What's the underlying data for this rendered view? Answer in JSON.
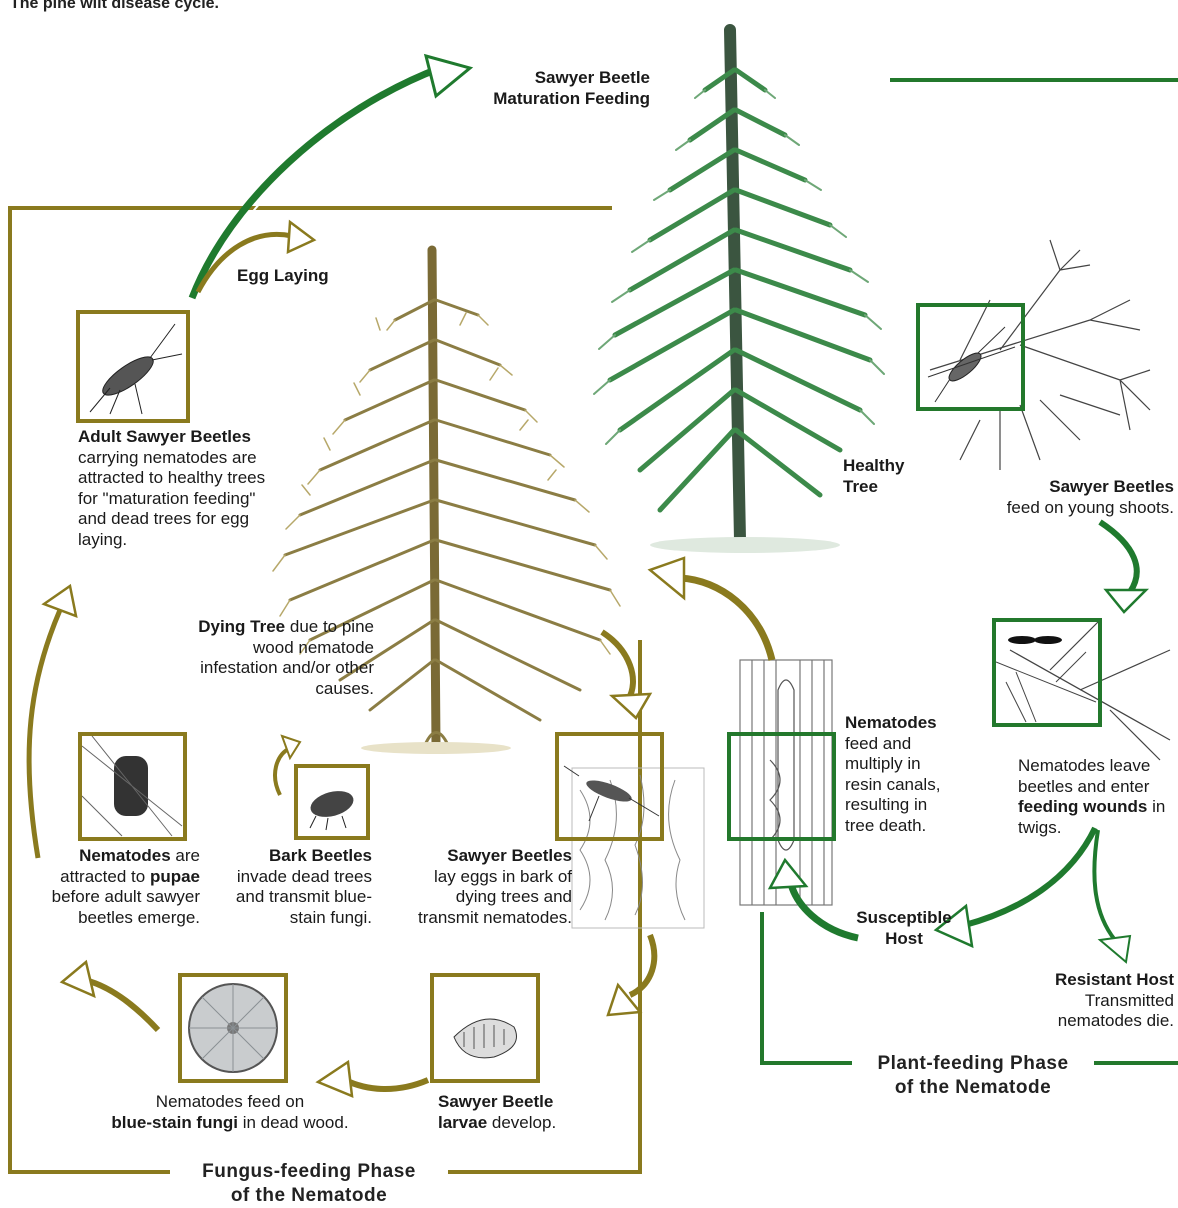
{
  "title": "The pine wilt disease cycle.",
  "colors": {
    "fungus_phase": "#8a7a1e",
    "plant_phase": "#23782c"
  },
  "labels": {
    "maturation_1": "Sawyer Beetle",
    "maturation_2": "Maturation Feeding",
    "egg_laying": "Egg Laying",
    "healthy_1": "Healthy",
    "healthy_2": "Tree",
    "adult_head": "Adult Sawyer Beetles",
    "adult_body": "carrying nematodes are attracted to healthy trees for \"maturation feeding\" and dead trees for egg laying.",
    "dying_head": "Dying Tree",
    "dying_body": " due to pine wood nematode infestation and/or other causes.",
    "sawyer_shoots_head": "Sawyer Beetles",
    "sawyer_shoots_body": "feed on young shoots.",
    "nem_feed_head": "Nematodes",
    "nem_feed_body": "feed and multiply in resin canals, resulting in tree death.",
    "nem_leave_body1": "Nematodes leave beetles and enter",
    "nem_leave_bold": "feeding wounds",
    "nem_leave_body2": "in twigs.",
    "nem_pupae_head": "Nematodes",
    "nem_pupae_mid1": " are attracted to ",
    "nem_pupae_bold": "pupae",
    "nem_pupae_body": " before adult sawyer beetles emerge.",
    "bark_head": "Bark Beetles",
    "bark_body": "invade dead trees and transmit blue-stain fungi.",
    "sawyer_eggs_head": "Sawyer Beetles",
    "sawyer_eggs_body": "lay eggs in bark of dying trees and transmit nematodes.",
    "susceptible_1": "Susceptible",
    "susceptible_2": "Host",
    "resistant_head": "Resistant Host",
    "resistant_body": "Transmitted nematodes die.",
    "fungi_body1": "Nematodes feed on",
    "fungi_bold": "blue-stain fungi",
    "fungi_body2": " in dead wood.",
    "larvae_head": "Sawyer Beetle",
    "larvae_bold": "larvae",
    "larvae_body": " develop.",
    "plant_phase_1": "Plant-feeding Phase",
    "plant_phase_2": "of the Nematode",
    "fungus_phase_1": "Fungus-feeding Phase",
    "fungus_phase_2": "of the Nematode"
  }
}
